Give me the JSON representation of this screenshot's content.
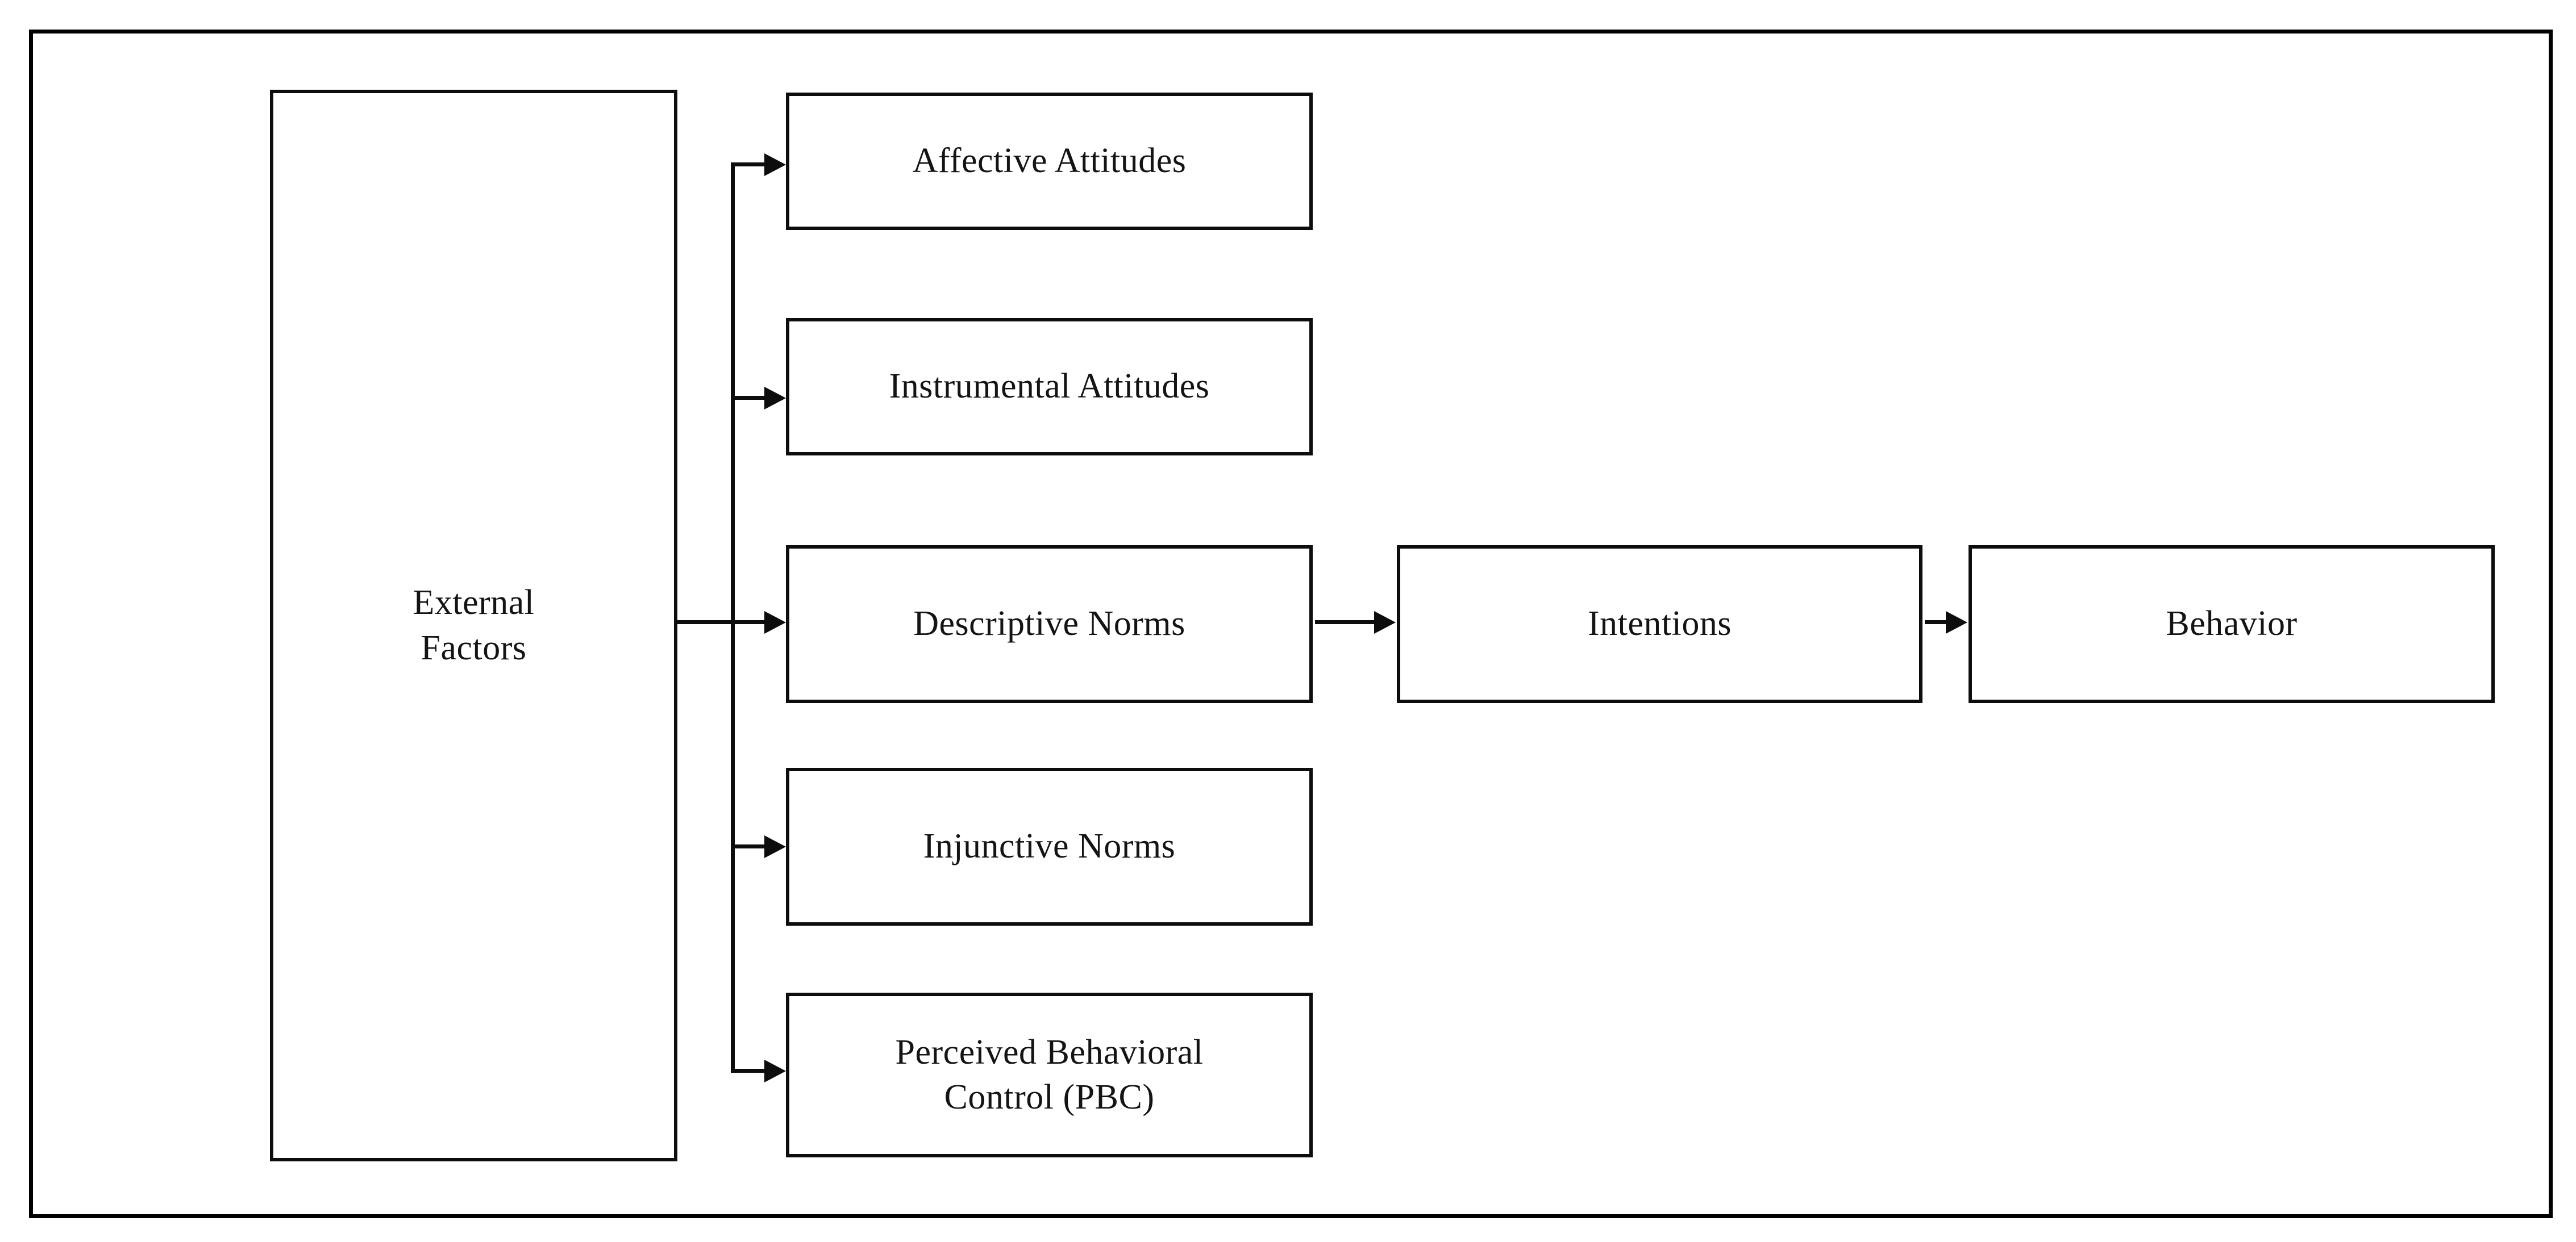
{
  "figure": {
    "type": "flow-diagram",
    "description": "Theory of planned behavior style model linking external factors through attitudes, norms and perceived behavioral control to intentions and behavior"
  },
  "nodes": {
    "external_factors": {
      "label": "External\nFactors"
    },
    "affective_attitudes": {
      "label": "Affective Attitudes"
    },
    "instrumental_attitudes": {
      "label": "Instrumental Attitudes"
    },
    "descriptive_norms": {
      "label": "Descriptive Norms"
    },
    "injunctive_norms": {
      "label": "Injunctive Norms"
    },
    "perceived_behavioral_control": {
      "label": "Perceived Behavioral\nControl (PBC)"
    },
    "intentions": {
      "label": "Intentions"
    },
    "behavior": {
      "label": "Behavior"
    }
  },
  "edges": [
    {
      "from": "External Factors",
      "to": "Affective Attitudes"
    },
    {
      "from": "External Factors",
      "to": "Instrumental Attitudes"
    },
    {
      "from": "External Factors",
      "to": "Descriptive Norms"
    },
    {
      "from": "External Factors",
      "to": "Injunctive Norms"
    },
    {
      "from": "External Factors",
      "to": "Perceived Behavioral Control (PBC)"
    },
    {
      "from": "Descriptive Norms",
      "to": "Intentions"
    },
    {
      "from": "Intentions",
      "to": "Behavior"
    }
  ],
  "colors": {
    "stroke": "#0d0d0d",
    "text": "#141414",
    "background": "#ffffff"
  }
}
